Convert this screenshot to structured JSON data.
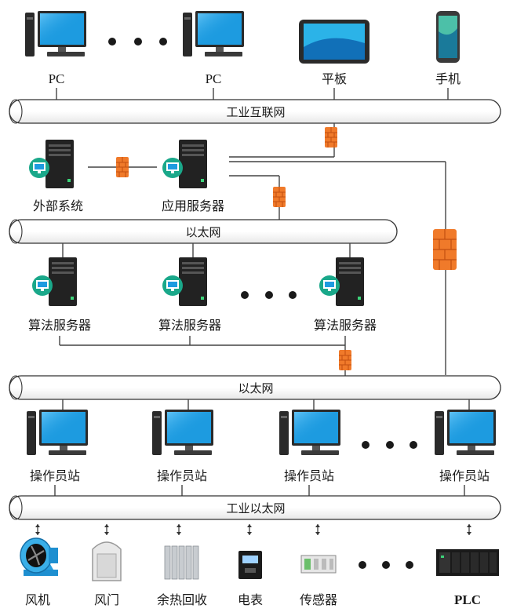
{
  "clients": {
    "pc1": "PC",
    "pc2": "PC",
    "tablet": "平板",
    "phone": "手机"
  },
  "buses": {
    "internet": "工业互联网",
    "ethernet1": "以太网",
    "ethernet2": "以太网",
    "industrial_ethernet": "工业以太网"
  },
  "servers": {
    "external": "外部系统",
    "app": "应用服务器",
    "algo1": "算法服务器",
    "algo2": "算法服务器",
    "algo3": "算法服务器"
  },
  "stations": {
    "s1": "操作员站",
    "s2": "操作员站",
    "s3": "操作员站",
    "s4": "操作员站"
  },
  "devices": {
    "fan": "风机",
    "damper": "风门",
    "heat_recovery": "余热回收",
    "meter": "电表",
    "sensor": "传感器",
    "plc": "PLC"
  },
  "colors": {
    "screen": "#1d9be0",
    "firewall": "#f07a2a",
    "badge": "#1aa88a",
    "tower": "#222222"
  },
  "icons": {
    "client": "desktop-pc-icon",
    "tablet": "tablet-icon",
    "phone": "smartphone-icon",
    "server": "server-tower-icon",
    "firewall": "firewall-icon"
  }
}
